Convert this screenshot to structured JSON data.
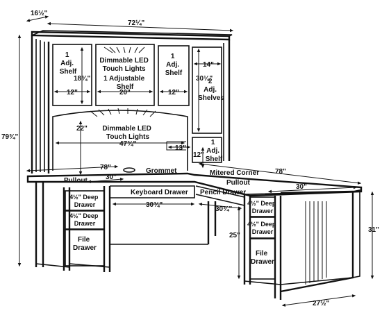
{
  "labels": {
    "shelf_left": [
      "1",
      "Adj.",
      "Shelf"
    ],
    "lights_top": [
      "Dimmable LED",
      "Touch Lights",
      "1 Adjustable",
      "Shelf"
    ],
    "shelf_right": [
      "1",
      "Adj.",
      "Shelf"
    ],
    "shelves_right": [
      "2",
      "Adj.",
      "Shelves"
    ],
    "lights_mid": [
      "Dimmable LED",
      "Touch Lights"
    ],
    "shelf_small": [
      "1",
      "Adj.",
      "Shelf"
    ],
    "grommet": "Grommet",
    "mitered_corner": "Mitered Corner",
    "pullout_left": "Pullout",
    "pullout_right": "Pullout",
    "keyboard_drawer": "Keyboard Drawer",
    "pencil_drawer": "Pencil Drawer",
    "deep_drawer_1": [
      "4½\" Deep",
      "Drawer"
    ],
    "deep_drawer_2": [
      "4½\" Deep",
      "Drawer"
    ],
    "file_drawer_left": [
      "File",
      "Drawer"
    ],
    "deep_drawer_3": [
      "4½\" Deep",
      "Drawer"
    ],
    "deep_drawer_4": [
      "4½\" Deep",
      "Drawer"
    ],
    "file_drawer_right": [
      "File",
      "Drawer"
    ]
  },
  "dimensions": {
    "depth_hutch": "16½\"",
    "width_hutch": "72¼\"",
    "height_total": "79¾\"",
    "h_left_shelf": "18¾\"",
    "w_left_shelf": "12\"",
    "w_center_top": "20\"",
    "w_right_shelf": "12\"",
    "w_far_right": "14\"",
    "h_far_right": "30⅛\"",
    "h_mid": "22\"",
    "w_mid": "47¾\"",
    "h_small_1": "13\"",
    "h_small_2": "12\"",
    "w_desk_left": "78\"",
    "w_desk_right": "78\"",
    "w_gap": "30\"",
    "depth_return": "30\"",
    "w_keyboard": "30¾\"",
    "w_pencil": "30¾\"",
    "h_knee": "25\"",
    "h_desk": "31\"",
    "depth_base": "27½\""
  }
}
